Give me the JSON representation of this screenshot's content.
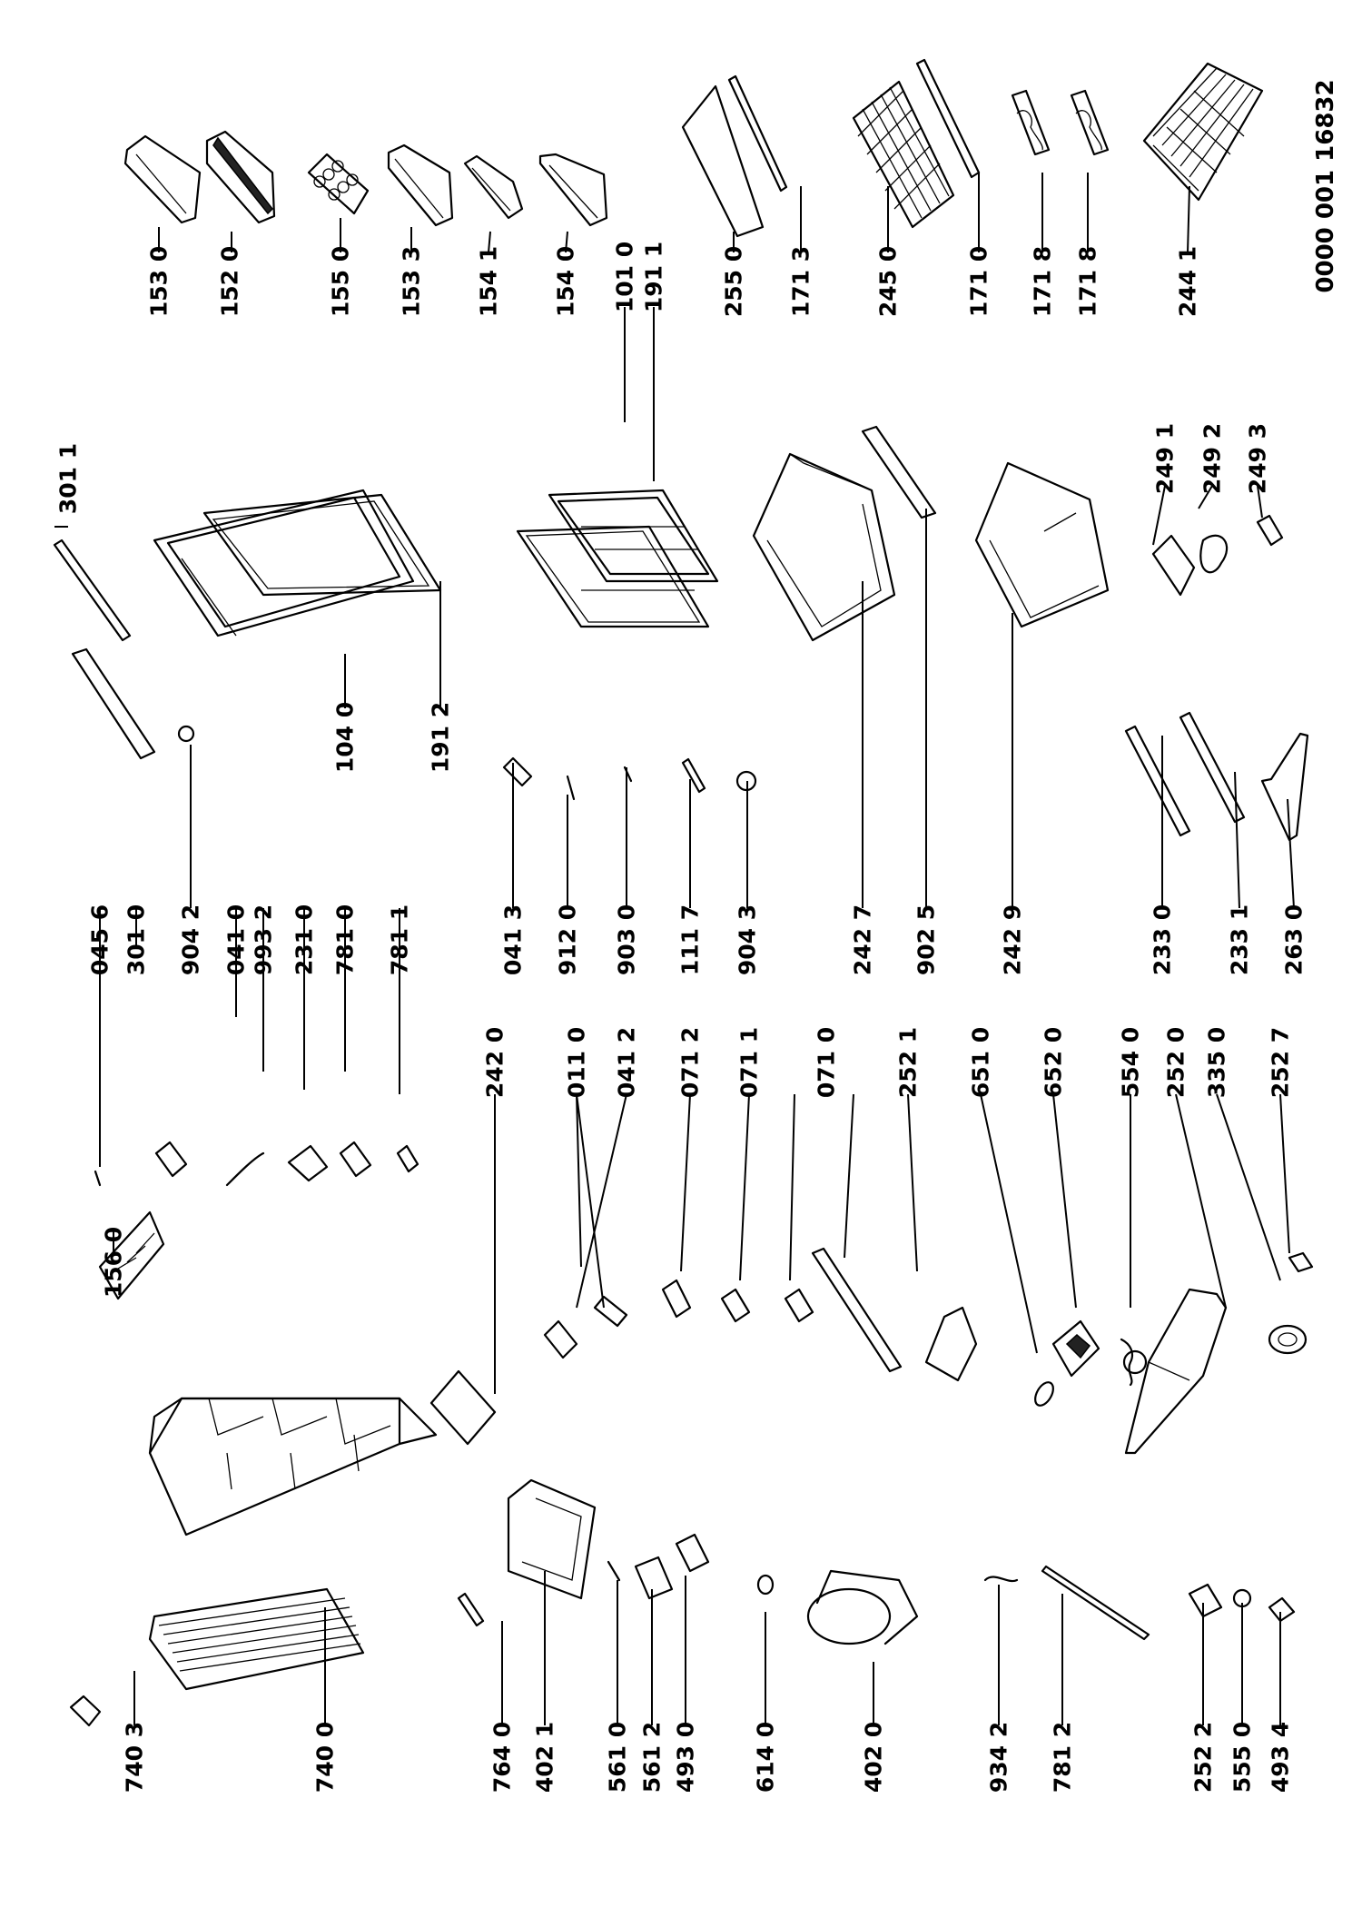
{
  "document_number": "0000 001 16832",
  "part_labels": {
    "p153_0": "153 0",
    "p152_0": "152 0",
    "p155_0": "155 0",
    "p153_3": "153 3",
    "p154_1": "154 1",
    "p154_0": "154 0",
    "p101_0": "101 0",
    "p191_1": "191 1",
    "p255_0": "255 0",
    "p171_3": "171 3",
    "p245_0": "245 0",
    "p171_0": "171 0",
    "p171_8a": "171 8",
    "p171_8b": "171 8",
    "p244_1": "244 1",
    "p301_1": "301 1",
    "p104_0": "104 0",
    "p191_2": "191 2",
    "p249_1": "249 1",
    "p249_2": "249 2",
    "p249_3": "249 3",
    "p045_6": "045 6",
    "p301_0": "301 0",
    "p904_2": "904 2",
    "p041_0": "041 0",
    "p993_2": "993 2",
    "p231_0": "231 0",
    "p781_0": "781 0",
    "p781_1": "781 1",
    "p041_3": "041 3",
    "p912_0": "912 0",
    "p903_0": "903 0",
    "p111_7": "111 7",
    "p904_3": "904 3",
    "p242_7": "242 7",
    "p902_5": "902 5",
    "p242_9": "242 9",
    "p233_0": "233 0",
    "p233_1": "233 1",
    "p263_0": "263 0",
    "p242_0": "242 0",
    "p156_0": "156 0",
    "p011_0": "011 0",
    "p041_2": "041 2",
    "p071_2": "071 2",
    "p071_1": "071 1",
    "p071_0": "071 0",
    "p252_1": "252 1",
    "p651_0": "651 0",
    "p652_0": "652 0",
    "p554_0": "554 0",
    "p252_0": "252 0",
    "p335_0": "335 0",
    "p252_7": "252 7",
    "p740_3": "740 3",
    "p740_0": "740 0",
    "p764_0": "764 0",
    "p402_1": "402 1",
    "p561_0": "561 0",
    "p561_2": "561 2",
    "p493_0": "493 0",
    "p614_0": "614 0",
    "p402_0": "402 0",
    "p934_2": "934 2",
    "p781_2": "781 2",
    "p252_2": "252 2",
    "p555_0": "555 0",
    "p493_4": "493 4"
  }
}
